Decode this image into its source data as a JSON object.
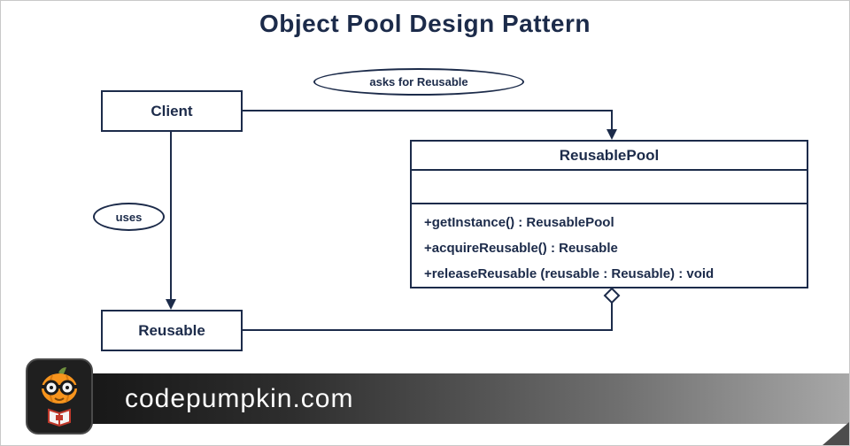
{
  "title": "Object Pool Design Pattern",
  "diagram": {
    "client": {
      "label": "Client"
    },
    "reusable": {
      "label": "Reusable"
    },
    "pool": {
      "name": "ReusablePool",
      "methods": [
        "+getInstance() : ReusablePool",
        "+acquireReusable() : Reusable",
        "+releaseReusable (reusable : Reusable) : void"
      ]
    },
    "annotations": {
      "asks_for_reusable": "asks for Reusable",
      "uses": "uses"
    },
    "relations": [
      "Client asks ReusablePool for Reusable (arrow)",
      "Client uses Reusable (arrow)",
      "ReusablePool aggregates Reusable (open diamond)"
    ]
  },
  "footer": {
    "site": "codepumpkin.com"
  },
  "colors": {
    "navy": "#1c2b4a",
    "banner-start": "#161616",
    "banner-end": "#a8a8a8",
    "logo-bg": "#1f1f1f",
    "pumpkin-orange": "#f7941d",
    "stem-green": "#70913e",
    "page-border": "#c9c9c9"
  }
}
